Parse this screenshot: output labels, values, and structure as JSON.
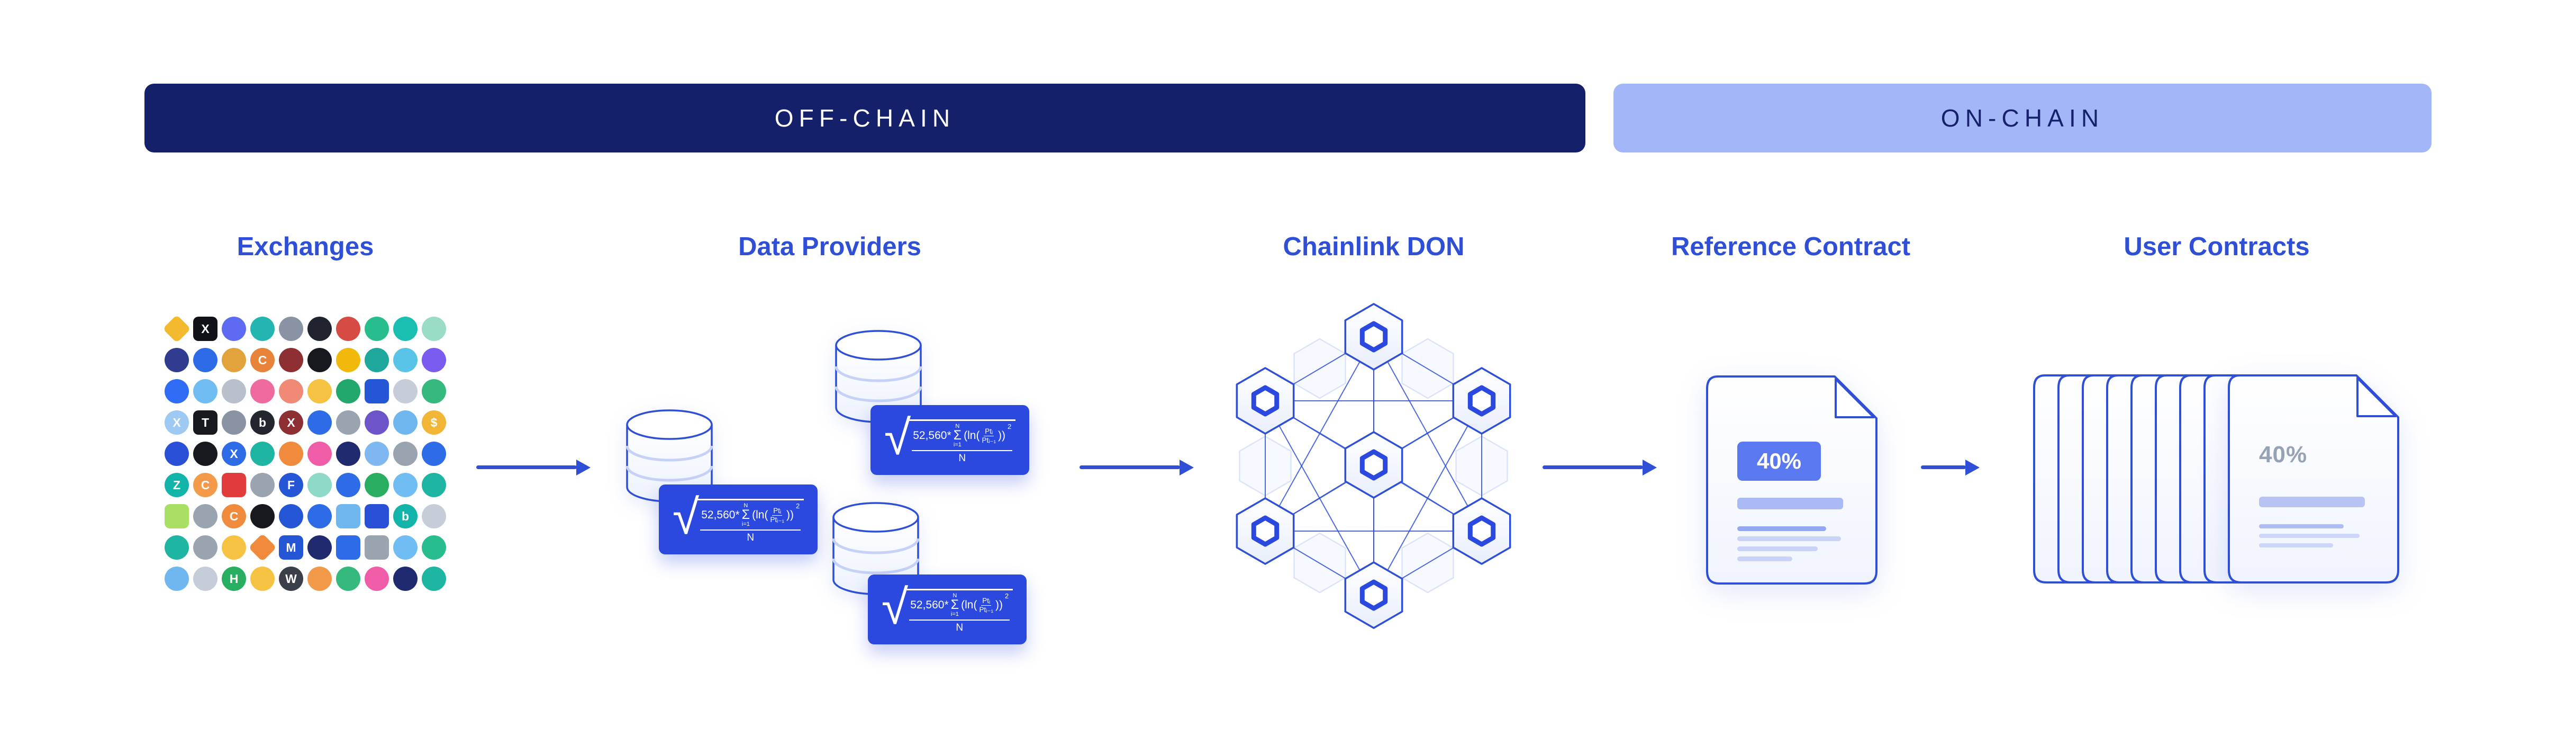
{
  "banners": {
    "off_chain": "OFF-CHAIN",
    "on_chain": "ON-CHAIN"
  },
  "labels": {
    "exchanges": "Exchanges",
    "data_providers": "Data Providers",
    "chainlink_don": "Chainlink DON",
    "reference_contract": "Reference Contract",
    "user_contracts": "User Contracts"
  },
  "formula": {
    "coef": "52,560*",
    "sum_upper": "N",
    "sum_symbol": "Σ",
    "sum_lower": "i=1",
    "body_open": "(ln(",
    "frac_num": "Ptᵢ",
    "frac_den": "Ptᵢ₋₁",
    "body_close": "))",
    "exponent": "2",
    "denominator": "N"
  },
  "reference_contract": {
    "percentage": "40%"
  },
  "user_contracts": {
    "percentage": "40%"
  },
  "colors": {
    "accent": "#2E4FD6",
    "banner_dark": "#15206B",
    "banner_light": "#A3B7F8",
    "banner_light_text": "#16216B",
    "formula_card": "#2B49DF",
    "badge": "#5A78EF",
    "doc_line_light": "#C9D3F8",
    "doc_line_dark": "#93A8F0"
  },
  "exchange_icons": [
    "#F3BA2F|d",
    "#101217|s|X",
    "#5C6BF2|c",
    "#23B6B0|c",
    "#8A93A3|c",
    "#20242E|c",
    "#D64C44|c",
    "#27BD8F|c",
    "#1BBFB2|c",
    "#9BDCC6|c",
    "#2F3C8F|c",
    "#2E6BE6|c",
    "#E2A33C|c",
    "#E8833A|c|C",
    "#8E2F33|c",
    "#17191F|c",
    "#F0B90B|c",
    "#1EA79B|c",
    "#59C3E8|c",
    "#7A5CF0|c",
    "#2F6DF6|c",
    "#6FBDF2|c",
    "#B9C0CC|c",
    "#EF6A9E|c",
    "#F08A77|c",
    "#F5C242|c",
    "#22A86B|c",
    "#2456D6|s",
    "#C7CDD8|c",
    "#35B97C|c",
    "#9EC9F2|c|X",
    "#17191F|s|T",
    "#8A93A3|c",
    "#23262E|c|b",
    "#8E2F33|c|X",
    "#2E6BE6|c",
    "#9AA3B0|c",
    "#6D54C9|c",
    "#6FB7EE|c",
    "#F2B636|c|$",
    "#2B50D8|c",
    "#17191F|c",
    "#2E6BE6|c|X",
    "#1FB5A3|c",
    "#F08A3C|c",
    "#EF5DA8|c",
    "#1F2B6E|c",
    "#7FB8F0|c",
    "#9AA3B0|c",
    "#2E6BE6|c",
    "#12B3A8|c|Z",
    "#F2994A|c|C",
    "#E23B3B|s",
    "#9AA3B0|c",
    "#2456D6|c|F",
    "#8FD9C9|c",
    "#2E6BE6|c",
    "#27AE60|c",
    "#6FBDF2|c",
    "#1FB5A3|c",
    "#A8E063|s",
    "#9AA3B0|c",
    "#F08A3C|c|C",
    "#17191F|c",
    "#2456D6|c",
    "#2E6BE6|c",
    "#6FB7EE|s",
    "#2B50D8|s",
    "#12B3A8|c|b",
    "#C7CDD8|c",
    "#1FB5A3|c",
    "#9AA3B0|c",
    "#F5C242|c",
    "#F08A3C|d",
    "#2456D6|s|M",
    "#1F2B6E|c",
    "#2E6BE6|s",
    "#9AA3B0|s",
    "#6FBDF2|c",
    "#27BD8F|c",
    "#6FB7EE|c",
    "#C7CDD8|c",
    "#27AE60|c|H",
    "#F5C242|c",
    "#3A3F4A|c|W",
    "#F2994A|c",
    "#35B97C|c",
    "#EF5DA8|c",
    "#1F2B6E|c",
    "#1FB5A3|c"
  ]
}
